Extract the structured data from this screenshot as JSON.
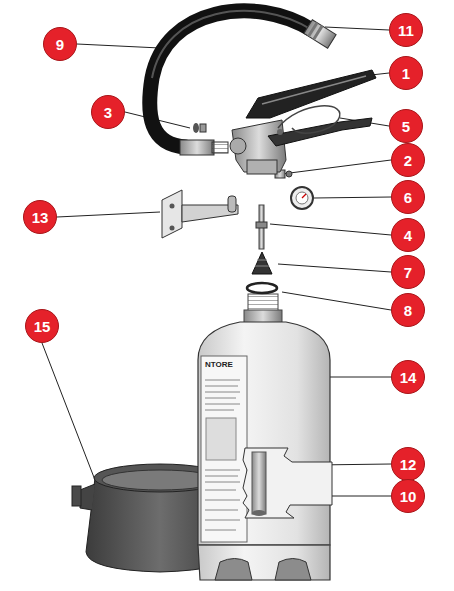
{
  "diagram": {
    "labels": [
      "11",
      "9",
      "1",
      "3",
      "5",
      "2",
      "6",
      "13",
      "4",
      "7",
      "8",
      "15",
      "14",
      "12",
      "10",
      "NTORE"
    ]
  }
}
